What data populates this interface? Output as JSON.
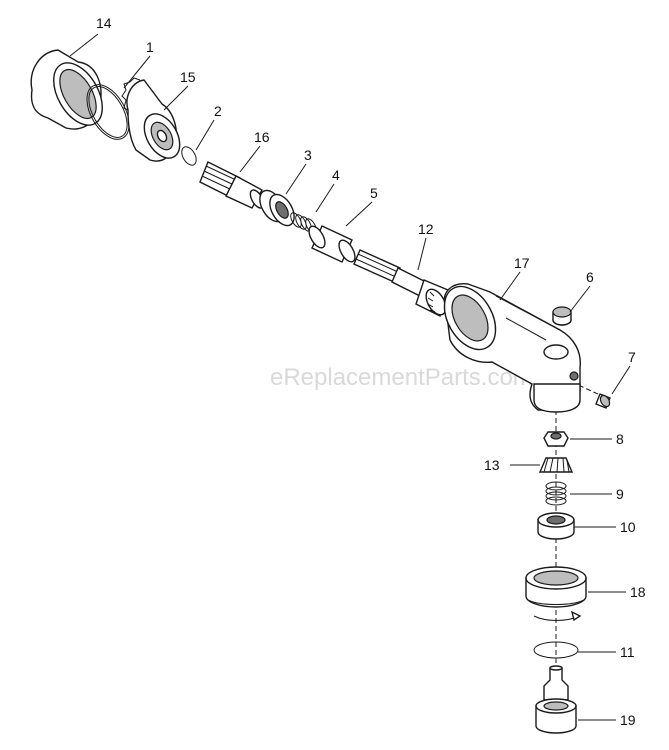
{
  "watermark": "eReplacementParts.com",
  "callouts": [
    {
      "id": "14",
      "label": "14"
    },
    {
      "id": "1",
      "label": "1"
    },
    {
      "id": "15",
      "label": "15"
    },
    {
      "id": "2",
      "label": "2"
    },
    {
      "id": "16",
      "label": "16"
    },
    {
      "id": "3",
      "label": "3"
    },
    {
      "id": "4",
      "label": "4"
    },
    {
      "id": "5",
      "label": "5"
    },
    {
      "id": "12",
      "label": "12"
    },
    {
      "id": "17",
      "label": "17"
    },
    {
      "id": "6",
      "label": "6"
    },
    {
      "id": "7",
      "label": "7"
    },
    {
      "id": "8",
      "label": "8"
    },
    {
      "id": "13",
      "label": "13"
    },
    {
      "id": "9",
      "label": "9"
    },
    {
      "id": "10",
      "label": "10"
    },
    {
      "id": "18",
      "label": "18"
    },
    {
      "id": "11",
      "label": "11"
    },
    {
      "id": "19",
      "label": "19"
    }
  ]
}
